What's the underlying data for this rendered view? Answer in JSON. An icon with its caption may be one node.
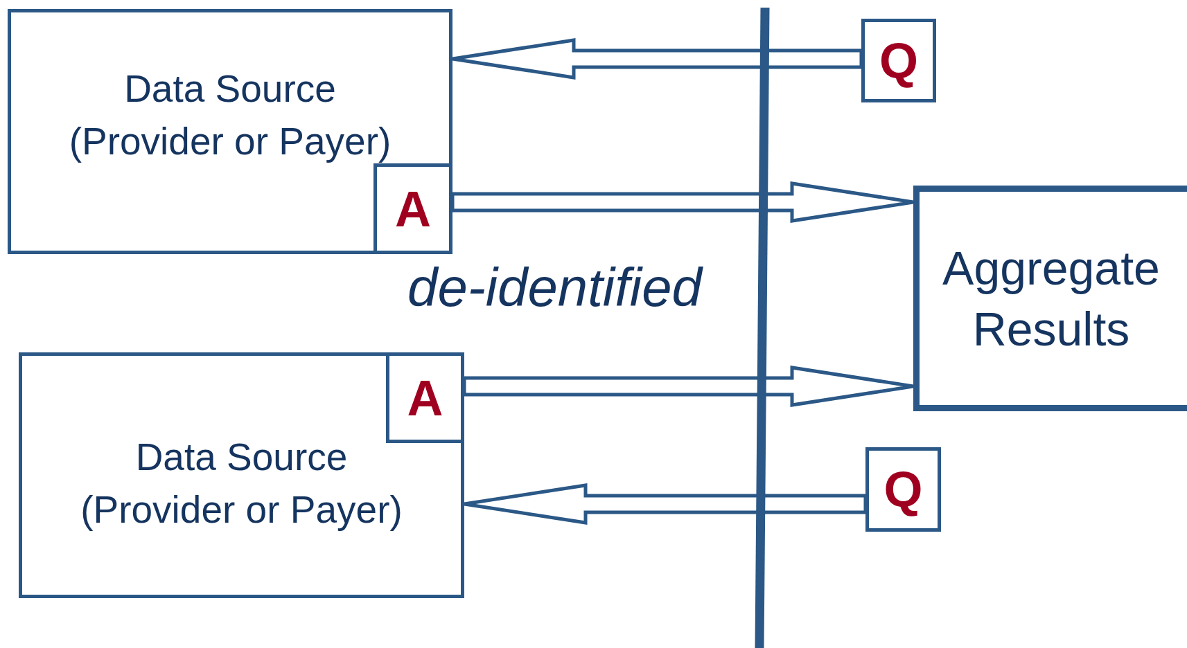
{
  "diagram": {
    "nodes": [
      {
        "text": [
          "Data Source",
          "(Provider or Payer)"
        ]
      },
      {
        "text": [
          "A"
        ],
        "in": 0
      },
      {
        "text": [
          "Q"
        ]
      },
      {
        "text": [
          "Aggregate Results"
        ]
      },
      {
        "text": [
          "Data Source",
          "(Provider or Payer)"
        ]
      },
      {
        "text": [
          "A"
        ],
        "in": 4
      },
      {
        "text": [
          "Q"
        ]
      }
    ],
    "edges": [
      {
        "from": 2,
        "to": 0,
        "arrow": "to"
      },
      {
        "from": 1,
        "to": 3,
        "arrow": "to"
      },
      {
        "from": 5,
        "to": 3,
        "arrow": "to"
      },
      {
        "from": 6,
        "to": 4,
        "arrow": "to"
      }
    ],
    "labels": [
      "de-identified"
    ]
  }
}
